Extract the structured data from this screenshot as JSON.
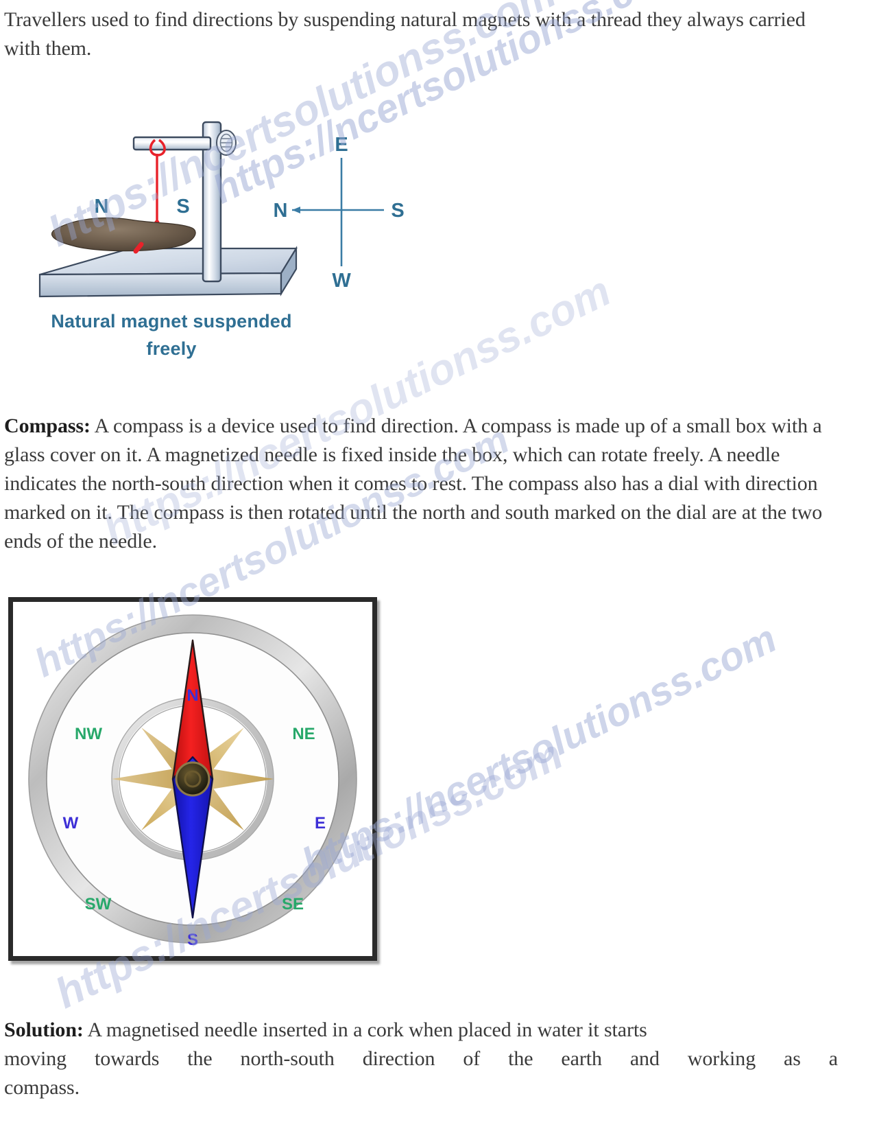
{
  "document": {
    "intro_paragraph": "Travellers used to find directions by suspending natural magnets with a thread they always carried with them.",
    "compass_heading": "Compass:",
    "compass_paragraph": " A compass is a device used to find direction. A compass is made up of a small box with a glass cover on it. A magnetized needle is fixed inside the box, which can rotate freely. A needle indicates the north-south direction when it comes to rest. The compass also has a dial with direction marked on it. The compass is then rotated until the north and south marked on the dial are at the two ends of the needle.",
    "solution_heading": "Solution:",
    "solution_line1": " A magnetised needle inserted in a cork when placed in water it starts",
    "solution_line2": "moving towards the north-south direction of the earth and working as a",
    "solution_line3": "compass."
  },
  "figure_suspended_magnet": {
    "caption_line1": "Natural magnet suspended",
    "caption_line2": "freely",
    "magnet_label_north": "N",
    "magnet_label_south": "S",
    "compass_cross": {
      "top": "E",
      "bottom": "W",
      "left": "N",
      "right": "S"
    },
    "colors": {
      "caption": "#2f6f93",
      "label": "#2f6f93",
      "thread": "#e8222a",
      "stand": "#c9d4e4",
      "stand_outline": "#3c4a5e",
      "magnet": "#6b5b4c"
    }
  },
  "figure_compass": {
    "labels": {
      "n": "N",
      "ne": "NE",
      "e": "E",
      "se": "SE",
      "s": "S",
      "sw": "SW",
      "w": "W",
      "nw": "NW"
    },
    "colors": {
      "cardinal": "#3d2fd6",
      "ordinal": "#27a86a",
      "needle_north": "#e81d1d",
      "needle_south": "#1a1ad0",
      "rose_star": "#d8b96a",
      "ring": "#c9c9c9",
      "frame": "#2a2a2a"
    }
  },
  "watermark": {
    "text": "https://ncertsolutionss.com",
    "color": "#9aa8d4"
  }
}
